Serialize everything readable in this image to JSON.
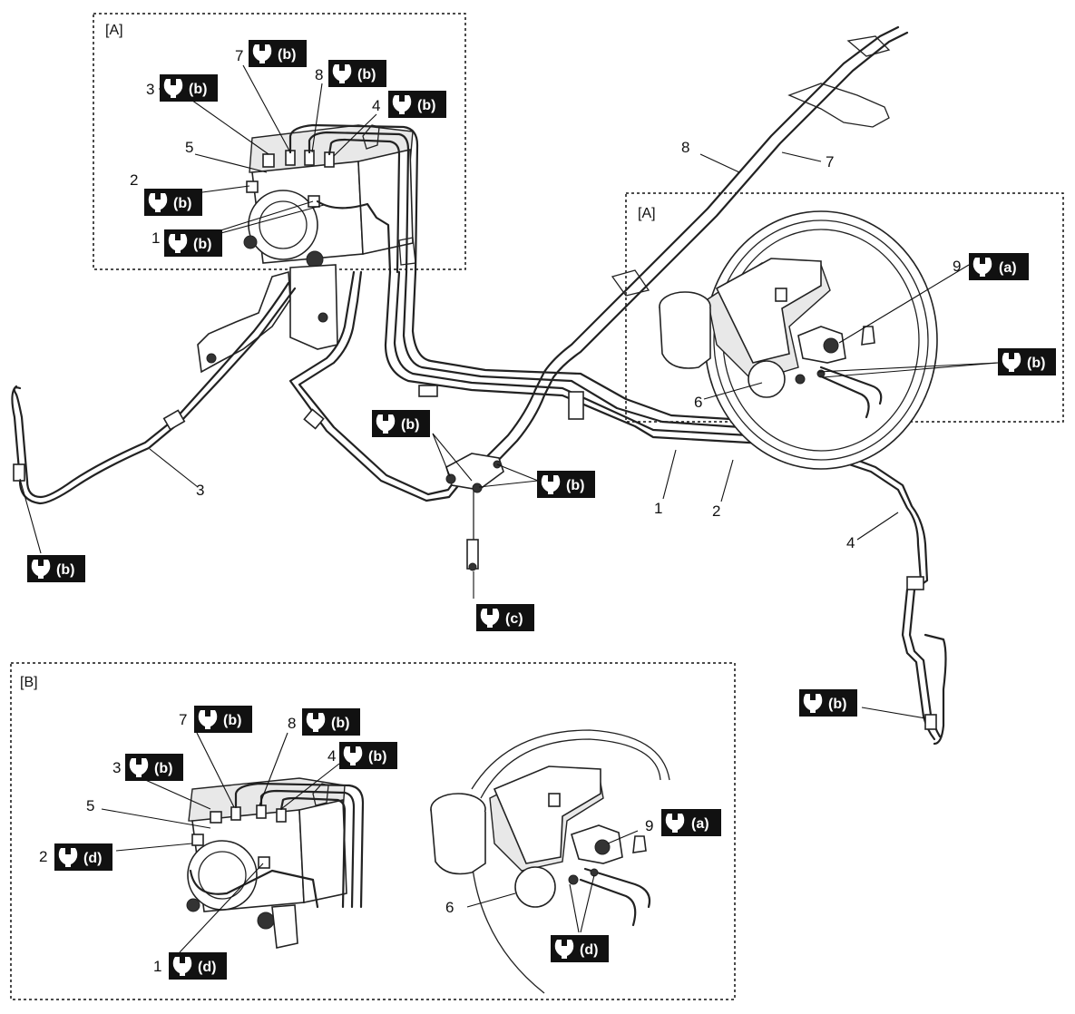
{
  "panel_labels": {
    "a_top": "[A]",
    "a_right": "[A]",
    "b_bottom": "[B]"
  },
  "numbers": {
    "n1": "1",
    "n2": "2",
    "n3": "3",
    "n4": "4",
    "n5": "5",
    "n6": "6",
    "n7": "7",
    "n8": "8",
    "n9": "9"
  },
  "torque_letters": {
    "a": "(a)",
    "b": "(b)",
    "c": "(c)",
    "d": "(d)"
  },
  "icon": "torque-wrench-icon"
}
